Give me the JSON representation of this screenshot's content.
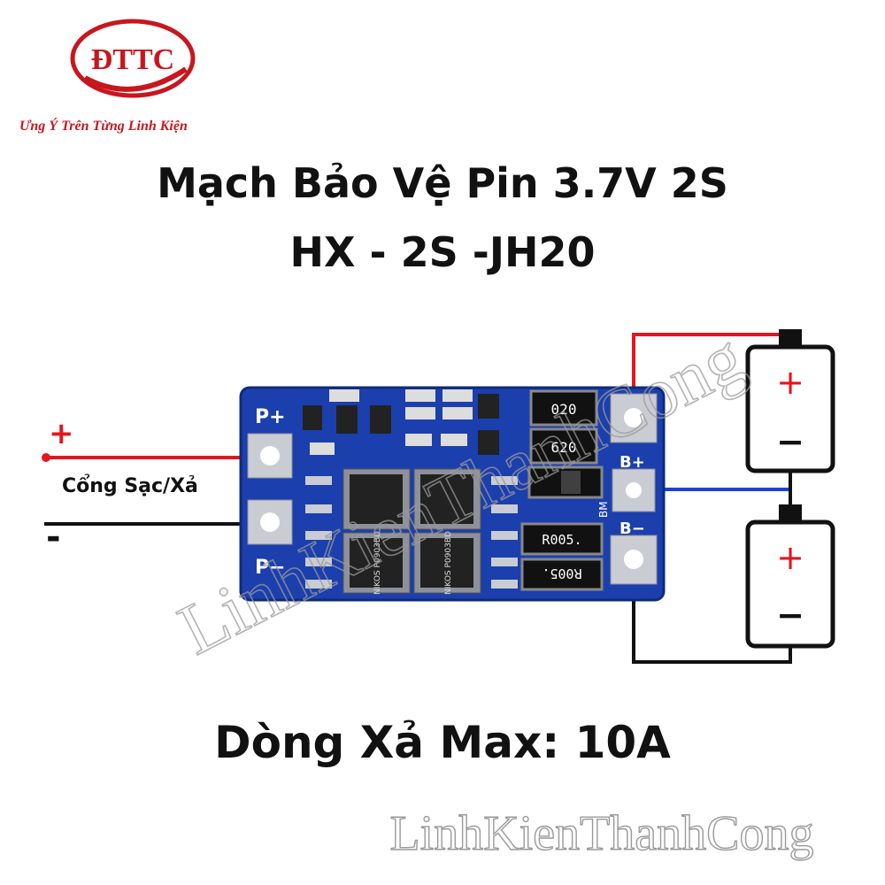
{
  "logo": {
    "text": "ĐTTC",
    "color": "#c8161d"
  },
  "slogan": "Ưng Ý Trên Từng Linh Kiện",
  "title": {
    "line1": "Mạch Bảo Vệ Pin 3.7V 2S",
    "line2": "HX - 2S -JH20"
  },
  "port": {
    "label": "Cổng Sạc/Xả",
    "plus": "+",
    "minus": "-"
  },
  "board": {
    "color": "#1c3fae",
    "pads": {
      "p_plus": "P+",
      "p_minus": "P−",
      "b_plus": "B+",
      "b_minus": "B−",
      "bm": "BM"
    },
    "resistors": [
      "020",
      "620",
      "R005.",
      "R005."
    ],
    "mosfets": [
      "NIKOS P0903BD",
      "NIKOS P0903BD"
    ]
  },
  "battery": {
    "plus": "+",
    "minus": "−"
  },
  "spec": "Dòng Xả Max: 10A",
  "watermark": "LinhKienThanhCong",
  "colors": {
    "red_wire": "#e3161f",
    "blue_wire": "#1f3fd6",
    "black_wire": "#111111",
    "brand": "#c8161d"
  }
}
